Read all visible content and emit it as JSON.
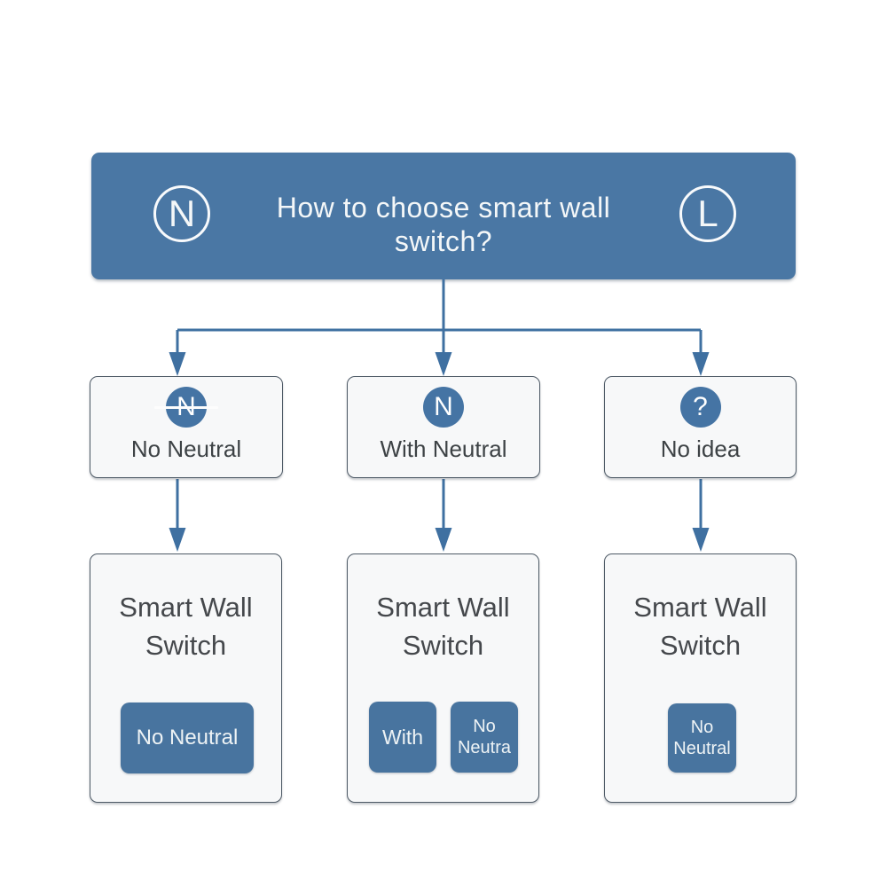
{
  "colors": {
    "primary_blue": "#4a77a4",
    "icon_blue": "#4574a4",
    "badge_blue": "#48749f",
    "arrow_blue": "#3f70a1",
    "box_background": "#f7f8f9",
    "box_border": "#4e5a66",
    "dark_text": "#3d4245",
    "white_text": "#f4f7f8"
  },
  "header": {
    "left_circle": "N",
    "right_circle": "L",
    "title_line1": "How to choose smart wall",
    "title_line2": "switch?"
  },
  "options": [
    {
      "icon_letter": "N",
      "icon_meaning": "no-neutral-wire",
      "label": "No Neutral"
    },
    {
      "icon_letter": "N",
      "icon_meaning": "with-neutral-wire",
      "label": "With Neutral"
    },
    {
      "icon_letter": "?",
      "icon_meaning": "unknown",
      "label": "No idea"
    }
  ],
  "results": [
    {
      "title_line1": "Smart Wall",
      "title_line2": "Switch",
      "badges": [
        {
          "line1": "No Neutral"
        }
      ]
    },
    {
      "title_line1": "Smart Wall",
      "title_line2": "Switch",
      "badges": [
        {
          "line1": "With"
        },
        {
          "line1": "No",
          "line2": "Neutra"
        }
      ]
    },
    {
      "title_line1": "Smart Wall",
      "title_line2": "Switch",
      "badges": [
        {
          "line1": "No",
          "line2": "Neutral"
        }
      ]
    }
  ]
}
